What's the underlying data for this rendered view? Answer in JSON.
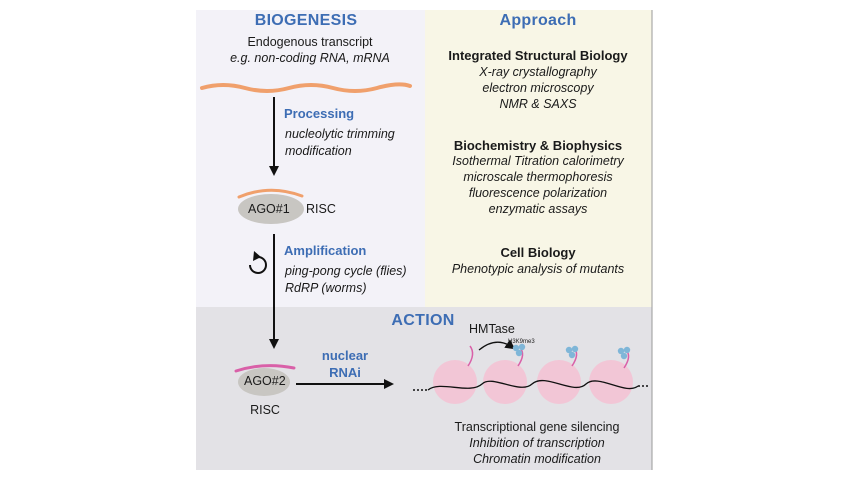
{
  "biogenesis": {
    "title": "BIOGENESIS",
    "source_line1": "Endogenous transcript",
    "source_line2": "e.g. non-coding RNA, mRNA",
    "processing_label": "Processing",
    "processing_line1": "nucleolytic trimming",
    "processing_line2": "modification",
    "ago1_label": "AGO#1",
    "risc1_label": "RISC",
    "amplification_label": "Amplification",
    "amplification_line1": "ping-pong cycle (flies)",
    "amplification_line2": "RdRP (worms)"
  },
  "approach": {
    "title": "Approach",
    "sections": [
      {
        "heading": "Integrated Structural Biology",
        "items": [
          "X-ray crystallography",
          "electron microscopy",
          "NMR & SAXS"
        ]
      },
      {
        "heading": "Biochemistry & Biophysics",
        "items": [
          "Isothermal Titration calorimetry",
          "microscale thermophoresis",
          "fluorescence polarization",
          "enzymatic assays"
        ]
      },
      {
        "heading": "Cell Biology",
        "items": [
          "Phenotypic analysis of mutants"
        ]
      }
    ]
  },
  "action": {
    "title": "ACTION",
    "ago2_label": "AGO#2",
    "risc2_label": "RISC",
    "nuclear_line1": "nuclear",
    "nuclear_line2": "RNAi",
    "hmtase_label": "HMTase",
    "mark_label": "H3K9me3",
    "outcome_line1": "Transcriptional gene silencing",
    "outcome_line2": "Inhibition of transcription",
    "outcome_line3": "Chromatin modification"
  },
  "colors": {
    "biogenesis_bg": "#f3f2f8",
    "approach_bg": "#f8f6e6",
    "action_bg": "#e3e2e6",
    "heading_blue": "#3d6db4",
    "rna_orange": "#f0a06c",
    "rna_pink": "#d960a8",
    "ago_grey": "#c8c6c2",
    "nucleosome_pink": "#f2c6d6",
    "methyl_blue": "#7fb6d8"
  }
}
